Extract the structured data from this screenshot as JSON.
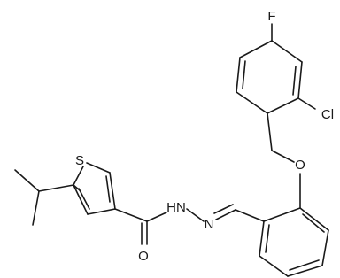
{
  "molecule": {
    "atoms": {
      "S": "S",
      "F": "F",
      "Cl": "Cl",
      "O_ether": "O",
      "O_carbonyl": "O",
      "N_amide": "HN",
      "N_imine": "N"
    }
  }
}
